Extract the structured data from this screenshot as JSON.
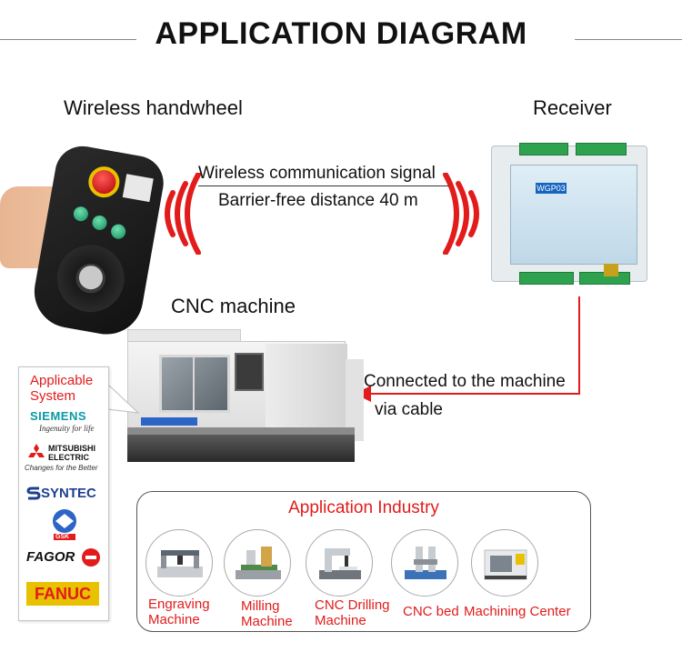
{
  "title": "APPLICATION DIAGRAM",
  "labels": {
    "handwheel": "Wireless handwheel",
    "receiver": "Receiver",
    "signal_line1": "Wireless communication signal",
    "signal_line2": "Barrier-free distance 40 m",
    "cnc": "CNC machine",
    "cable_line1": "Connected to the machine",
    "cable_line2": "via cable"
  },
  "receiver_badge": "WGP03",
  "applicable": {
    "heading_line1": "Applicable",
    "heading_line2": "System",
    "brands": [
      {
        "name": "SIEMENS",
        "tagline": "Ingenuity for life",
        "color": "#0a9aa5"
      },
      {
        "name": "MITSUBISHI",
        "name2": "ELECTRIC",
        "tagline": "Changes for the Better",
        "color": "#111111"
      },
      {
        "name": "SYNTEC",
        "color": "#1f3f8f"
      },
      {
        "name": "GSK",
        "color": "#2d64c8"
      },
      {
        "name": "FAGOR",
        "color": "#111111"
      },
      {
        "name": "FANUC",
        "color": "#e8c100"
      }
    ]
  },
  "industry": {
    "title": "Application Industry",
    "items": [
      {
        "line1": "Engraving",
        "line2": "Machine",
        "icon": "engraving-machine-icon"
      },
      {
        "line1": "Milling",
        "line2": "Machine",
        "icon": "milling-machine-icon"
      },
      {
        "line1": "CNC Drilling",
        "line2": "Machine",
        "icon": "drilling-machine-icon"
      },
      {
        "line1": "CNC bed",
        "line2": "",
        "icon": "cnc-bed-icon"
      },
      {
        "line1": "Machining Center",
        "line2": "",
        "icon": "machining-center-icon"
      }
    ]
  },
  "colors": {
    "accent": "#e21b1b",
    "terminal": "#2fa24f"
  }
}
